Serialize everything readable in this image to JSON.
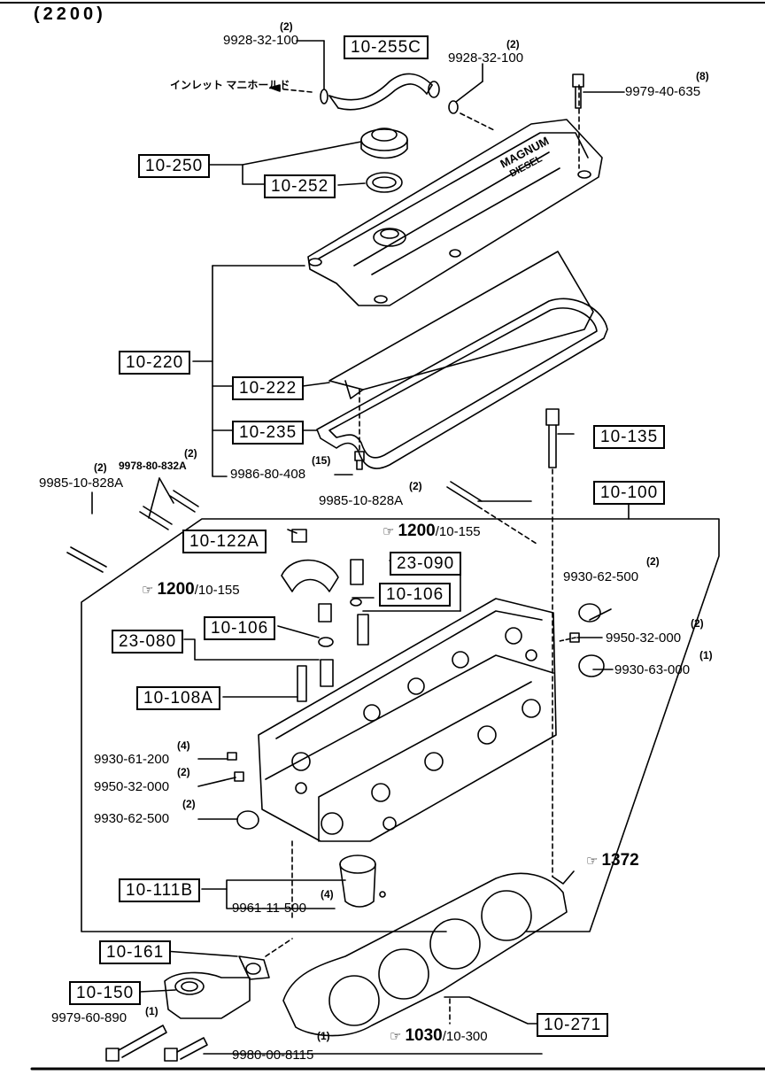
{
  "title": "(2200)",
  "japanese_label": "インレット マニホールド",
  "boxes": {
    "b10255C": "10-255C",
    "b10250": "10-250",
    "b10252": "10-252",
    "b10220": "10-220",
    "b10222": "10-222",
    "b10235": "10-235",
    "b10135": "10-135",
    "b10100": "10-100",
    "b10122A": "10-122A",
    "b23090": "23-090",
    "b10106a": "10-106",
    "b10106b": "10-106",
    "b23080": "23-080",
    "b10108A": "10-108A",
    "b10111B": "10-111B",
    "b10161": "10-161",
    "b10150": "10-150",
    "b10271": "10-271"
  },
  "parts": {
    "p1": {
      "qty": "(2)",
      "num": "9928-32-100"
    },
    "p2": {
      "qty": "(2)",
      "num": "9928-32-100"
    },
    "p3": {
      "qty": "(8)",
      "num": "9979-40-635"
    },
    "p4": {
      "qty": "(15)",
      "num": "9986-80-408"
    },
    "p5": {
      "qty": "(2)",
      "num": "9978-80-832A"
    },
    "p6": {
      "qty": "(2)",
      "num": "9985-10-828A"
    },
    "p7": {
      "qty": "(2)",
      "num": "9985-10-828A"
    },
    "p8": {
      "qty": "(2)",
      "num": "9930-62-500"
    },
    "p9": {
      "qty": "(2)",
      "num": "9950-32-000"
    },
    "p10": {
      "qty": "(1)",
      "num": "9930-63-000"
    },
    "p11": {
      "qty": "(4)",
      "num": "9930-61-200"
    },
    "p12": {
      "qty": "(2)",
      "num": "9950-32-000"
    },
    "p13": {
      "qty": "(2)",
      "num": "9930-62-500"
    },
    "p14": {
      "qty": "(4)",
      "num": "9961-11-500"
    },
    "p15": {
      "qty": "(1)",
      "num": "9979-60-890"
    },
    "p16": {
      "qty": "(1)",
      "num": "9980-00-8115"
    }
  },
  "refs": {
    "r1": {
      "main": "1200",
      "sub": "/10-155"
    },
    "r2": {
      "main": "1200",
      "sub": "/10-155"
    },
    "r3": {
      "main": "1372",
      "sub": ""
    },
    "r4": {
      "main": "1030",
      "sub": "/10-300"
    }
  },
  "cover_text": {
    "line1": "MAGNUM",
    "line2": "DIESEL"
  }
}
